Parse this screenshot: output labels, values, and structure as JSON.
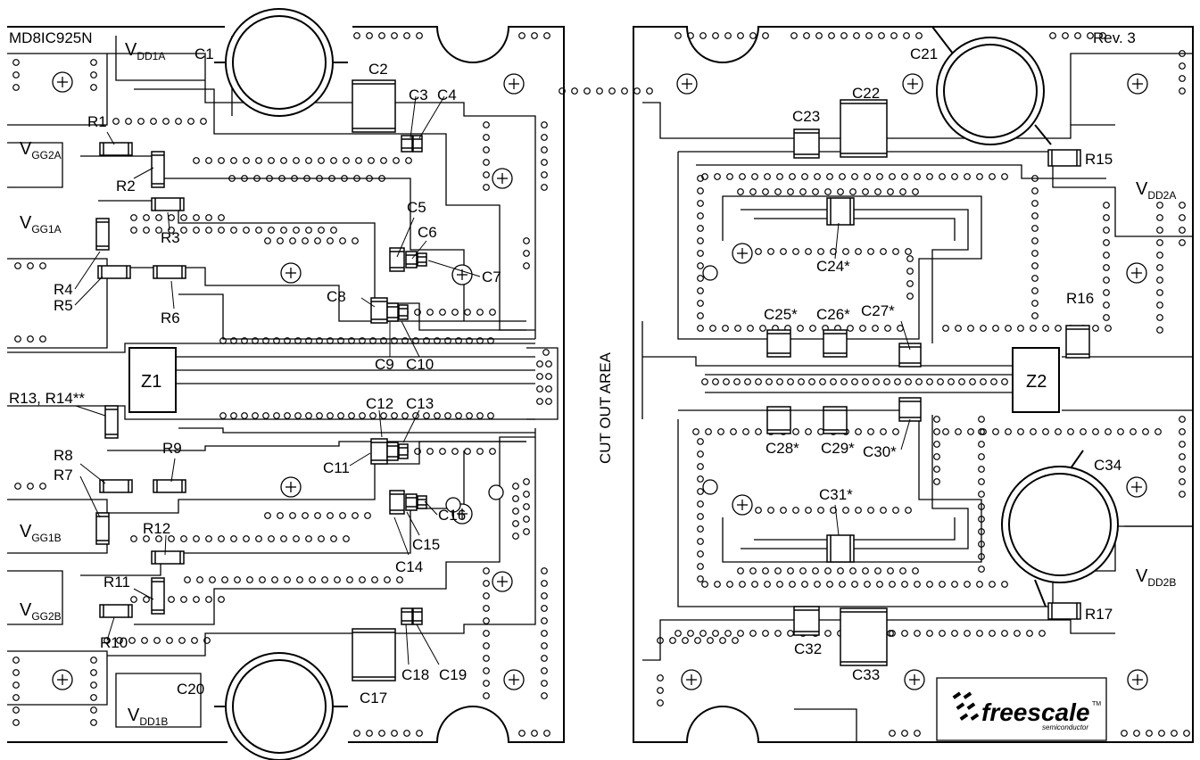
{
  "board": {
    "model": "MD8IC925N",
    "revision": "Rev. 3",
    "cut_out_label": "CUT OUT AREA",
    "logo": {
      "brand": "freescale",
      "tagline": "semiconductor",
      "tm": "TM"
    }
  },
  "rails": {
    "vdd1a": {
      "main": "V",
      "sub": "DD1A"
    },
    "vdd1b": {
      "main": "V",
      "sub": "DD1B"
    },
    "vgg2a": {
      "main": "V",
      "sub": "GG2A"
    },
    "vgg1a": {
      "main": "V",
      "sub": "GG1A"
    },
    "vgg1b": {
      "main": "V",
      "sub": "GG1B"
    },
    "vgg2b": {
      "main": "V",
      "sub": "GG2B"
    },
    "vdd2a": {
      "main": "V",
      "sub": "DD2A"
    },
    "vdd2b": {
      "main": "V",
      "sub": "DD2B"
    }
  },
  "refdes": {
    "c1": "C1",
    "c2": "C2",
    "c3": "C3",
    "c4": "C4",
    "c5": "C5",
    "c6": "C6",
    "c7": "C7",
    "c8": "C8",
    "c9": "C9",
    "c10": "C10",
    "c11": "C11",
    "c12": "C12",
    "c13": "C13",
    "c14": "C14",
    "c15": "C15",
    "c16": "C16",
    "c17": "C17",
    "c18": "C18",
    "c19": "C19",
    "c20": "C20",
    "c21": "C21",
    "c22": "C22",
    "c23": "C23",
    "c24": "C24*",
    "c25": "C25*",
    "c26": "C26*",
    "c27": "C27*",
    "c28": "C28*",
    "c29": "C29*",
    "c30": "C30*",
    "c31": "C31*",
    "c32": "C32",
    "c33": "C33",
    "c34": "C34",
    "r1": "R1",
    "r2": "R2",
    "r3": "R3",
    "r4": "R4",
    "r5": "R5",
    "r6": "R6",
    "r7": "R7",
    "r8": "R8",
    "r9": "R9",
    "r10": "R10",
    "r11": "R11",
    "r12": "R12",
    "r13_14": "R13, R14**",
    "r15": "R15",
    "r16": "R16",
    "r17": "R17",
    "z1": "Z1",
    "z2": "Z2"
  }
}
